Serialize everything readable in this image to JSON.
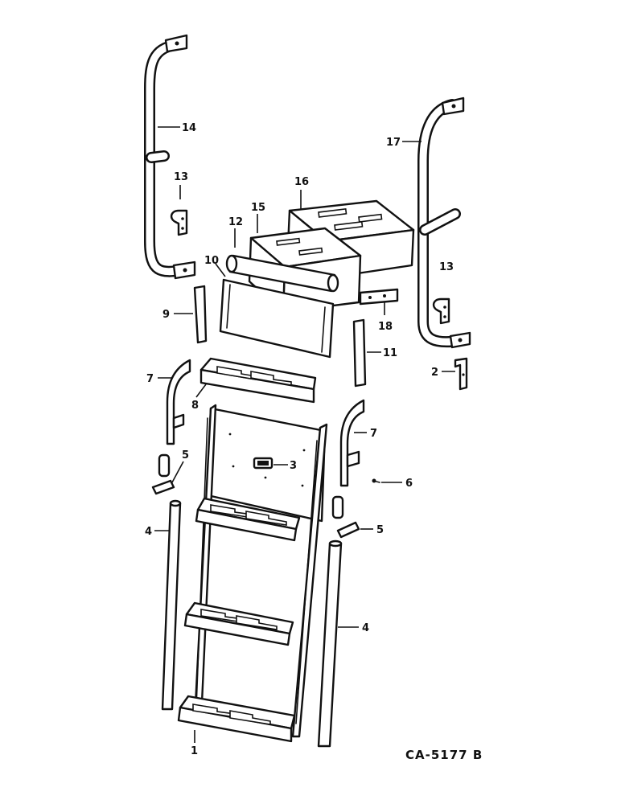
{
  "diagram": {
    "drawing_code": "CA-5177 B",
    "callouts": [
      {
        "key": "1",
        "label": "1"
      },
      {
        "key": "2",
        "label": "2"
      },
      {
        "key": "3",
        "label": "3"
      },
      {
        "key": "4a",
        "label": "4"
      },
      {
        "key": "4b",
        "label": "4"
      },
      {
        "key": "5a",
        "label": "5"
      },
      {
        "key": "5b",
        "label": "5"
      },
      {
        "key": "6",
        "label": "6"
      },
      {
        "key": "7a",
        "label": "7"
      },
      {
        "key": "7b",
        "label": "7"
      },
      {
        "key": "8",
        "label": "8"
      },
      {
        "key": "9",
        "label": "9"
      },
      {
        "key": "10",
        "label": "10"
      },
      {
        "key": "11",
        "label": "11"
      },
      {
        "key": "12",
        "label": "12"
      },
      {
        "key": "13a",
        "label": "13"
      },
      {
        "key": "13b",
        "label": "13"
      },
      {
        "key": "14",
        "label": "14"
      },
      {
        "key": "15",
        "label": "15"
      },
      {
        "key": "16",
        "label": "16"
      },
      {
        "key": "17",
        "label": "17"
      },
      {
        "key": "18",
        "label": "18"
      }
    ]
  }
}
